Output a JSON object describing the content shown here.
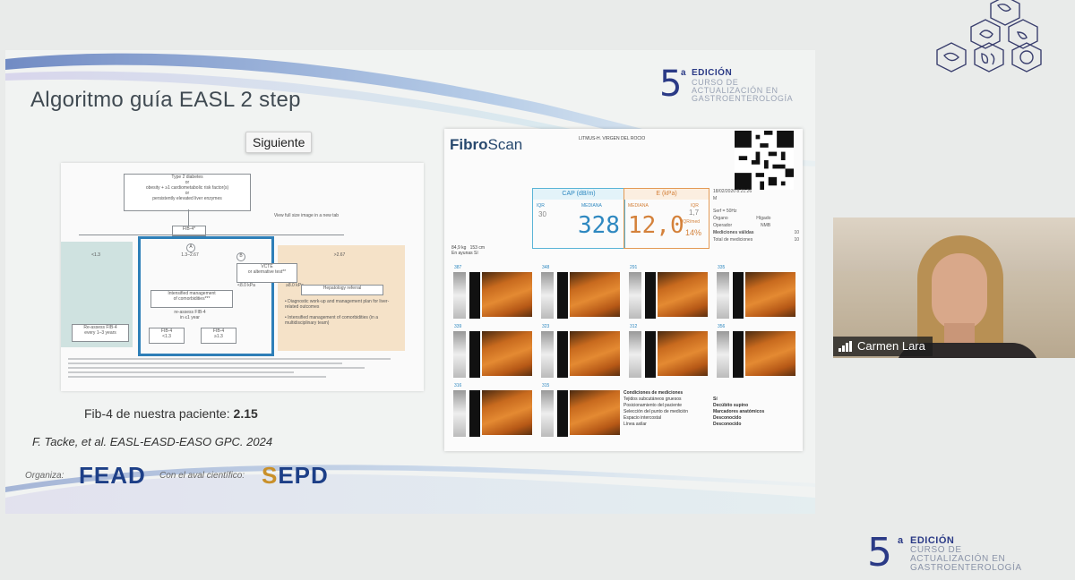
{
  "slide": {
    "title": "Algoritmo guía EASL 2 step",
    "edition": {
      "number": "5",
      "sup": "a",
      "label": "EDICIÓN",
      "sub1": "CURSO DE",
      "sub2": "ACTUALIZACIÓN EN",
      "sub3": "GASTROENTEROLOGÍA"
    },
    "tooltip": "Siguiente",
    "fib_prefix": "Fib-4 de nuestra paciente: ",
    "fib_value": "2.15",
    "citation": "F. Tacke, et al. EASL-EASD-EASO GPC. 2024",
    "sponsor_org_label": "Organiza:",
    "sponsor_org": "FEAD",
    "sponsor_aval_label": "Con el aval científico:",
    "sponsor_aval_s": "S",
    "sponsor_aval_rest": "EPD"
  },
  "flowchart": {
    "top_box": "Type 2 diabetes\nor\nobesity + ≥1 cardiometabolic risk factor(s)\nor\npersistently elevated liver enzymes",
    "view_full": "View full size image in a new tab",
    "fib4": "FIB-4*",
    "lt13": "<1.3",
    "mid": "1.3–2.67",
    "gt267": ">2.67",
    "vcte": "VCTE\nor alternative test**",
    "intensified": "Intensified management\nof comorbidities***",
    "lt80": "<8.0 kPa",
    "ge80": "≥8.0 kPa",
    "reassess_in": "re-assess FIB-4\nin ≤1 year",
    "fib4_lt13": "FIB-4\n<1.3",
    "fib4_ge13": "FIB-4\n≥1.3",
    "reassess": "Re-assess FIB-4\nevery 1–3 years",
    "hepatology": "Hepatology referral",
    "hep_note1": "• Diagnostic work-up and management plan for liver-related outcomes",
    "hep_note2": "• Intensified management of comorbidities (in a multidisciplinary team)",
    "label_a": "A",
    "label_b": "B"
  },
  "report": {
    "brand_a": "Fibro",
    "brand_b": "Scan",
    "hospital": "LITMUS-H. VIRGEN DEL ROCIO",
    "cap_header": "CAP (dB/m)",
    "cap_iqr_label": "IQR",
    "cap_iqr": "30",
    "cap_med_label": "MEDIANA",
    "cap_value": "328",
    "e_header": "E (kPa)",
    "e_med_label": "MEDIANA",
    "e_iqr_label": "IQR",
    "e_iqr": "1,7",
    "e_iqrmed_label": "IQR/med",
    "e_value": "12,0",
    "e_pct": "14%",
    "date": "18/02/2020 8:21:26",
    "sex": "M",
    "probe_label": "Serf = 50Hz",
    "organ_label": "Órgano",
    "organ": "Hígado",
    "operator_label": "Operador",
    "operator": "NMB",
    "valid_label": "Mediciones válidas",
    "valid": "10",
    "total_label": "Total de mediciones",
    "total": "10",
    "weight": "84,9",
    "weight_unit": "kg",
    "height": "153",
    "height_unit": "cm",
    "fasting_label": "En ayunas",
    "fasting": "Sí",
    "tiles": [
      "387",
      "348",
      "291",
      "335",
      "339",
      "323",
      "312",
      "356",
      "316",
      "315"
    ],
    "conditions": {
      "title": "Condiciones de mediciones",
      "rows": [
        {
          "k": "Tejidos subcutáneos gruesos",
          "v": "Sí"
        },
        {
          "k": "Posicionamiento del paciente",
          "v": "Decúbito supino"
        },
        {
          "k": "Selección del punto de medición",
          "v": "Marcadores anatómicos"
        },
        {
          "k": "Espacio intercostal",
          "v": "Desconocido"
        },
        {
          "k": "Línea axilar",
          "v": "Desconocido"
        }
      ]
    }
  },
  "webcam": {
    "participant": "Carmen Lara"
  },
  "corner": {
    "number": "5",
    "sup": "a",
    "label": "EDICIÓN",
    "sub1": "CURSO DE",
    "sub2": "ACTUALIZACIÓN EN",
    "sub3": "GASTROENTEROLOGÍA"
  },
  "colors": {
    "brand_blue": "#2b3a86",
    "cap_blue": "#2e88c0",
    "e_orange": "#d4813a",
    "flow_frame": "#2e7fb8"
  }
}
